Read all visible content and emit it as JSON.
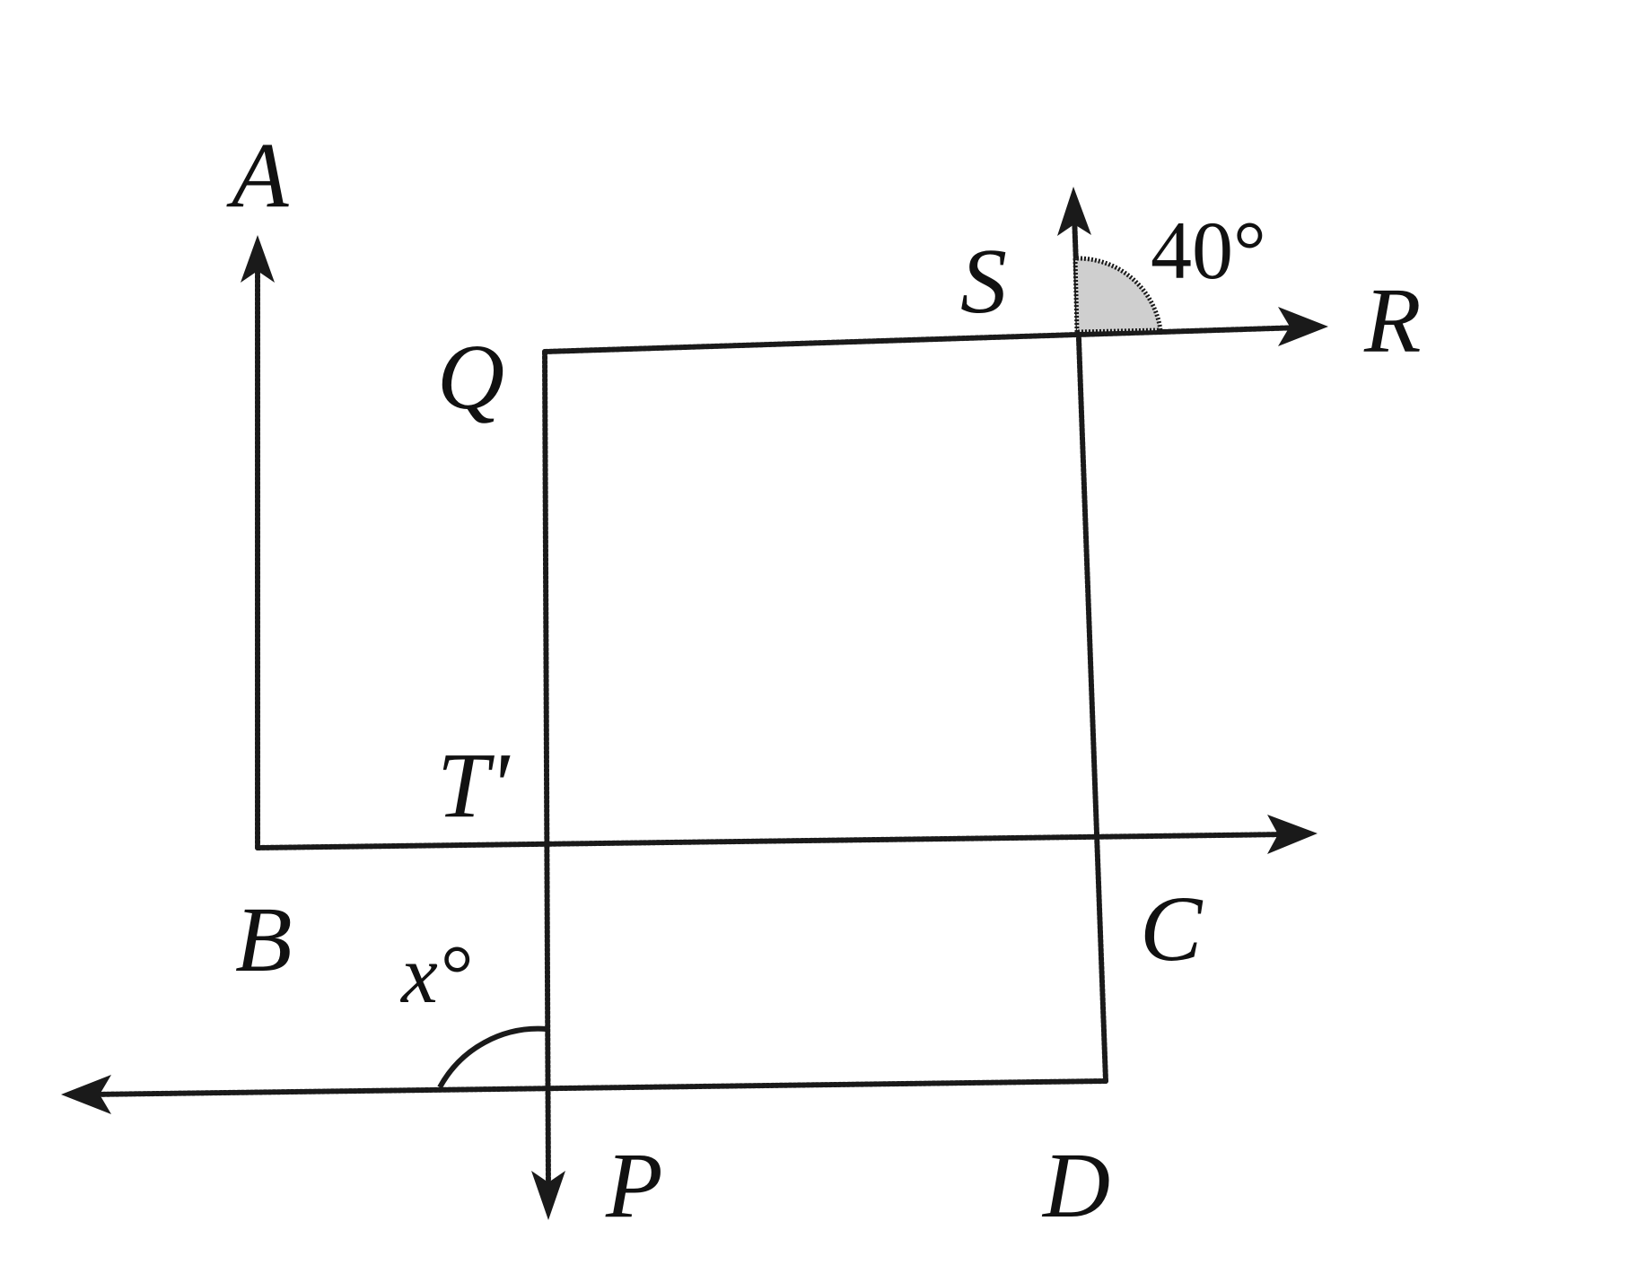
{
  "diagram": {
    "points": {
      "A": "A",
      "B": "B",
      "C": "C",
      "D": "D",
      "P": "P",
      "Q": "Q",
      "R": "R",
      "S": "S",
      "T": "T'"
    },
    "angles": {
      "SR": "40°",
      "x": "x°"
    },
    "colors": {
      "ink": "#1a1a1a",
      "shade": "#cfcfcf"
    }
  }
}
